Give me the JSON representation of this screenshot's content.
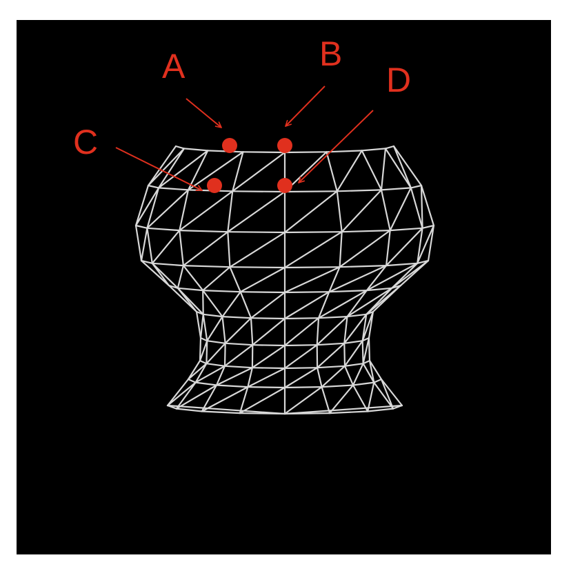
{
  "figure": {
    "background_color": "#000000",
    "page_color": "#ffffff",
    "mesh_color": "#d8d8d8",
    "annotation_color": "#e0301e"
  },
  "labels": {
    "a": "A",
    "b": "B",
    "c": "C",
    "d": "D"
  }
}
